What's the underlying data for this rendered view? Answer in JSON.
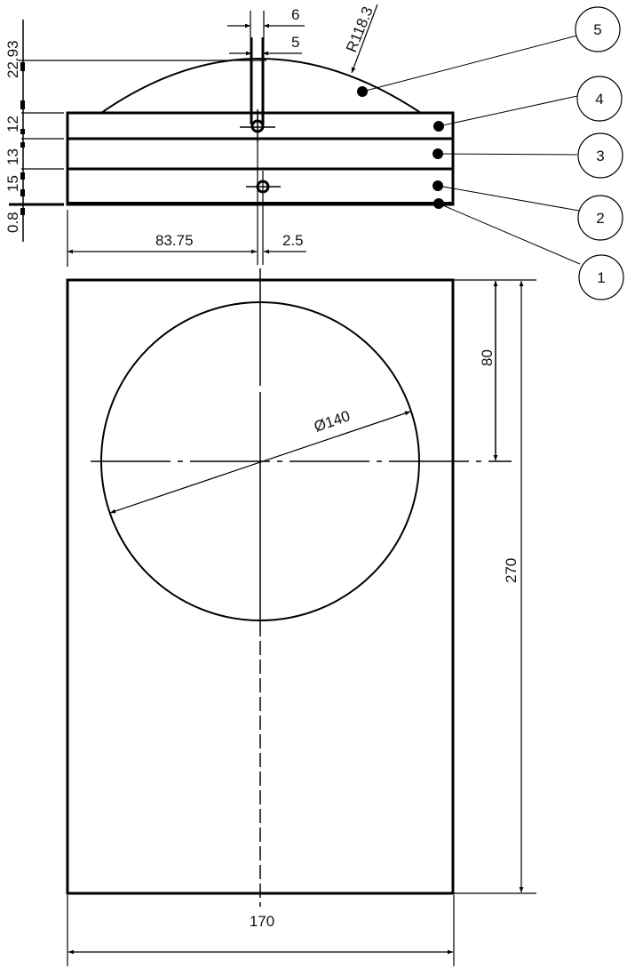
{
  "drawing": {
    "title": "Technical drawing - layered plate with circular opening",
    "line_color": "#000000",
    "background": "#ffffff"
  },
  "side_view": {
    "dims_vertical_stack": {
      "arc_height": "22.93",
      "layer_4": "12",
      "layer_3": "13",
      "layer_2": "15",
      "layer_1": "0.8"
    },
    "slot_width_outer": "6",
    "slot_width_inner": "5",
    "radius": "R118.3",
    "offset_to_slot": "83.75",
    "slot_half_offset": "2.5"
  },
  "balloons": [
    {
      "number": "5",
      "target": "arc-cap"
    },
    {
      "number": "4",
      "target": "layer-4"
    },
    {
      "number": "3",
      "target": "layer-3"
    },
    {
      "number": "2",
      "target": "layer-2"
    },
    {
      "number": "1",
      "target": "layer-1"
    }
  ],
  "front_view": {
    "hole_diameter": "Ø140",
    "hole_center_from_top": "80",
    "height": "270",
    "width": "170"
  }
}
